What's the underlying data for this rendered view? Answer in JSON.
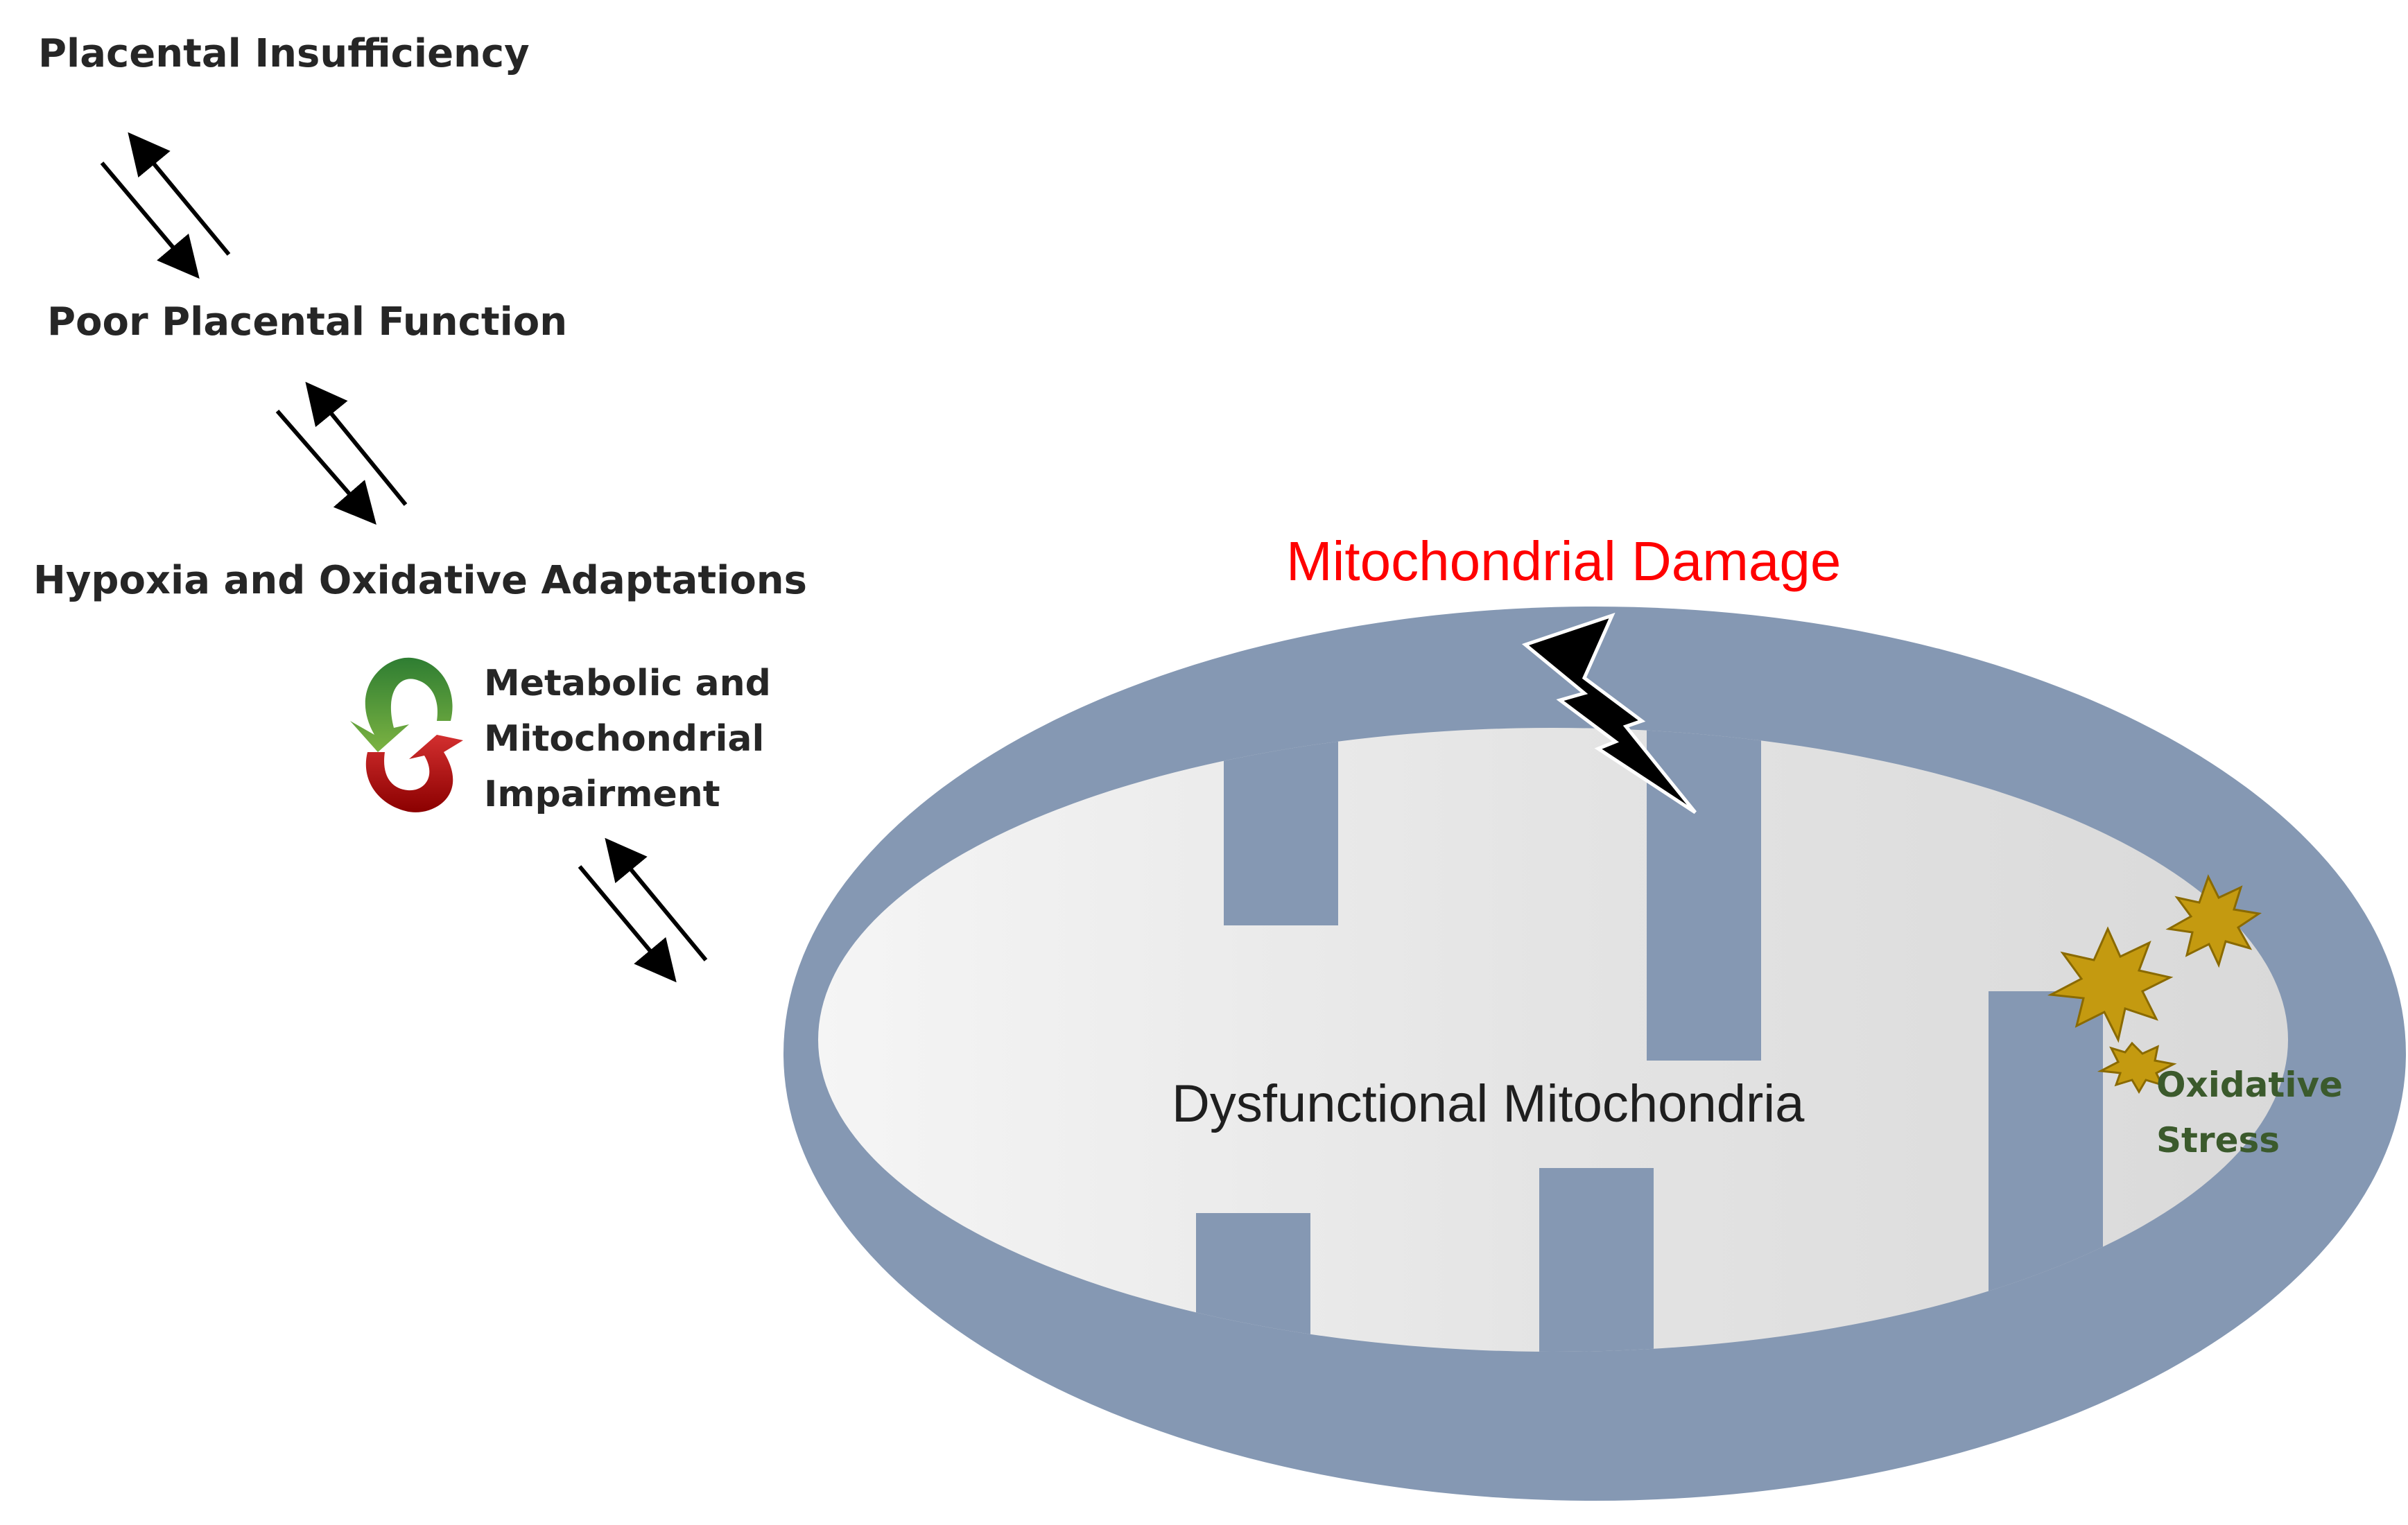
{
  "steps": {
    "step1": "Placental Insufficiency",
    "step2": "Poor Placental Function",
    "step3": "Hypoxia and Oxidative Adaptations"
  },
  "cycle_label": {
    "line1": "Metabolic and",
    "line2": "Mitochondrial",
    "line3": "Impairment"
  },
  "mitochondria": {
    "damage_label": "Mitochondrial Damage",
    "center_label": "Dysfunctional Mitochondria",
    "stress_line1": "Oxidative",
    "stress_line2": "Stress"
  },
  "colors": {
    "membrane": "#8598b3",
    "damage_text": "#ff0000",
    "stress_burst": "#c49a10",
    "cycle_green": "#4a8a2e",
    "cycle_red": "#b01e1e"
  }
}
